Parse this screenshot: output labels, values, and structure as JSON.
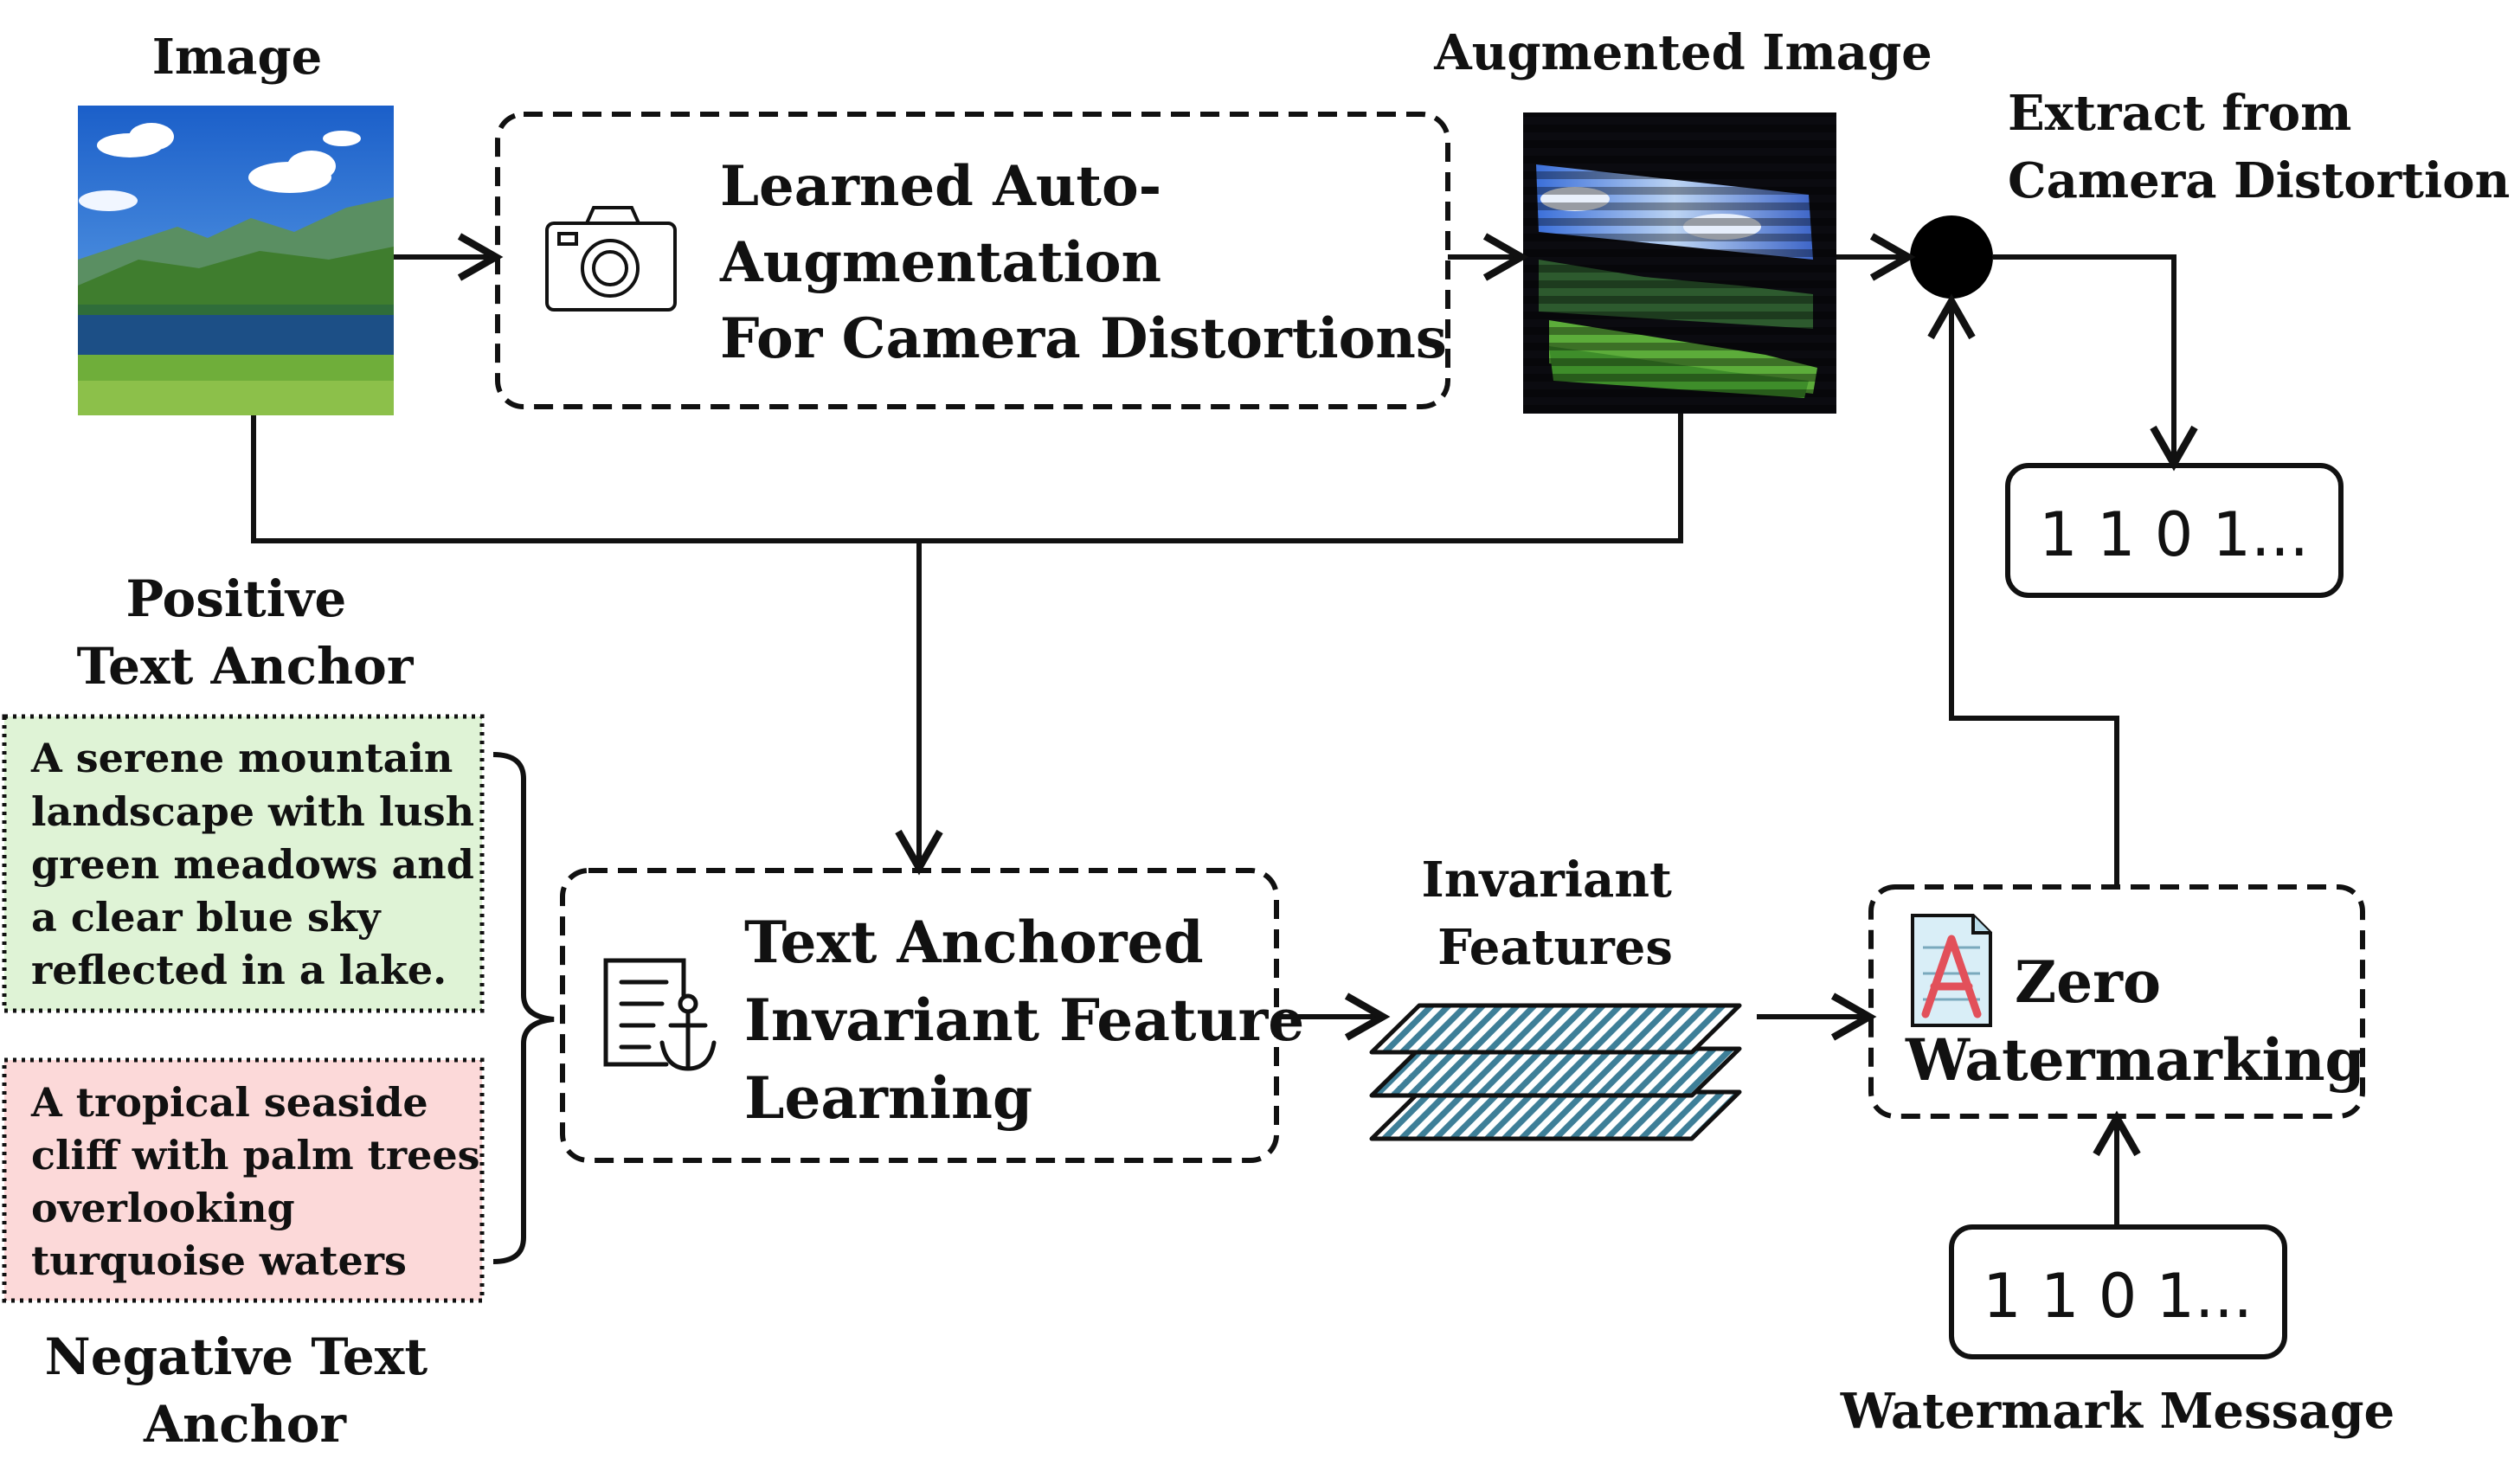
{
  "input_image": {
    "label": "Image"
  },
  "augmentation": {
    "lines": [
      "Learned Auto-",
      "Augmentation",
      "For Camera Distortions"
    ]
  },
  "augmented_image": {
    "label": "Augmented Image"
  },
  "extract": {
    "lines": [
      "Extract from",
      "Camera Distortion"
    ]
  },
  "extracted_bits": "1 1 0 1...",
  "positive_anchor": {
    "heading_lines": [
      "Positive",
      "Text Anchor"
    ],
    "text_lines": [
      "A serene mountain",
      "landscape with lush",
      "green meadows and",
      "a clear blue sky",
      "reflected in a lake."
    ]
  },
  "negative_anchor": {
    "heading_lines": [
      "Negative Text",
      "Anchor"
    ],
    "text_lines": [
      "A tropical seaside",
      "cliff with palm trees",
      "overlooking",
      "turquoise waters"
    ]
  },
  "feature_learning": {
    "lines": [
      "Text Anchored",
      "Invariant Feature",
      "Learning"
    ]
  },
  "invariant_features": {
    "lines": [
      "Invariant",
      "Features"
    ]
  },
  "zero_watermarking": {
    "lines": [
      "Zero",
      "Watermarking"
    ]
  },
  "watermark_message": {
    "bits": "1 1 0 1...",
    "label": "Watermark Message"
  },
  "colors": {
    "positive_fill": "#dff3d6",
    "negative_fill": "#fcd9d9",
    "feature_stripe": "#3e7f98"
  }
}
